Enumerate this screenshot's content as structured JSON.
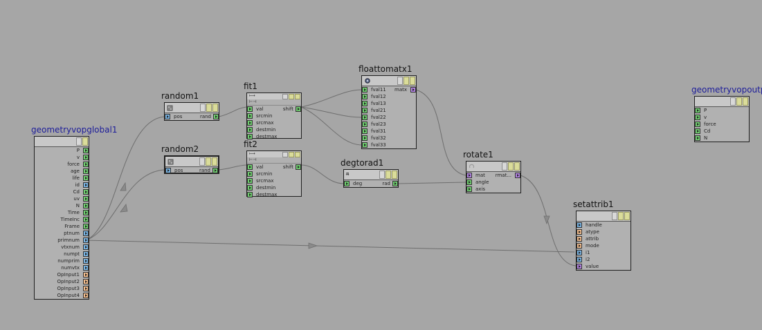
{
  "colors": {
    "background": "#a6a6a6",
    "node_body": "#b1b1b1",
    "float_port": "#6fce6f",
    "int_port": "#78b4e4",
    "string_port": "#f2bc8c",
    "matrix_port": "#b484e4",
    "wire": "#6e6e6e"
  },
  "nodes": {
    "global": {
      "name": "geometryvopglobal1",
      "outputs": [
        "P",
        "v",
        "force",
        "age",
        "life",
        "id",
        "Cd",
        "uv",
        "N",
        "Time",
        "TimeInc",
        "Frame",
        "ptnum",
        "primnum",
        "vtxnum",
        "numpt",
        "numprim",
        "numvtx",
        "OpInput1",
        "OpInput2",
        "OpInput3",
        "OpInput4"
      ]
    },
    "random1": {
      "name": "random1",
      "input": "pos",
      "output": "rand",
      "icon": "dice-icon"
    },
    "random2": {
      "name": "random2",
      "input": "pos",
      "output": "rand",
      "icon": "dice-icon"
    },
    "fit1": {
      "name": "fit1",
      "inputs": [
        "val",
        "srcmin",
        "srcmax",
        "destmin",
        "destmax"
      ],
      "output": "shift"
    },
    "fit2": {
      "name": "fit2",
      "inputs": [
        "val",
        "srcmin",
        "srcmax",
        "destmin",
        "destmax"
      ],
      "output": "shift"
    },
    "floattomatx": {
      "name": "floattomatx1",
      "inputs": [
        "fval11",
        "fval12",
        "fval13",
        "fval21",
        "fval22",
        "fval23",
        "fval31",
        "fval32",
        "fval33"
      ],
      "output": "matx",
      "icon": "matrix-gear-icon"
    },
    "degtorad": {
      "name": "degtorad1",
      "input": "deg",
      "output": "rad",
      "icon": "pi-icon"
    },
    "rotate": {
      "name": "rotate1",
      "inputs": [
        "mat",
        "angle",
        "axis"
      ],
      "output": "rmat..."
    },
    "setattrib": {
      "name": "setattrib1",
      "inputs": [
        "handle",
        "atype",
        "attrib",
        "mode",
        "i1",
        "i2",
        "value"
      ]
    },
    "output": {
      "name": "geometryvopoutp",
      "inputs": [
        "P",
        "v",
        "force",
        "Cd",
        "N"
      ]
    }
  }
}
